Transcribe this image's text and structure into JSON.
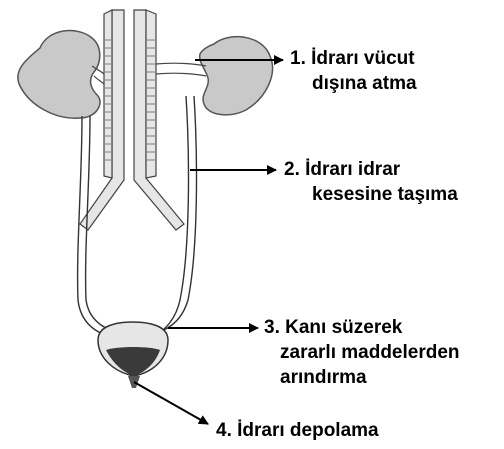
{
  "labels": [
    {
      "lines": [
        "1. İdrarı vücut",
        "dışına atma"
      ]
    },
    {
      "lines": [
        "2. İdrarı idrar",
        "kesesine taşıma"
      ]
    },
    {
      "lines": [
        "3. Kanı süzerek",
        "zararlı maddelerden",
        "arındırma"
      ]
    },
    {
      "lines": [
        "4. İdrarı depolama"
      ]
    }
  ],
  "colors": {
    "kidney_fill": "#c9c9c9",
    "organ_fill": "#e6e6e6",
    "bladder_urine": "#3a3a3a",
    "line": "#222222"
  }
}
